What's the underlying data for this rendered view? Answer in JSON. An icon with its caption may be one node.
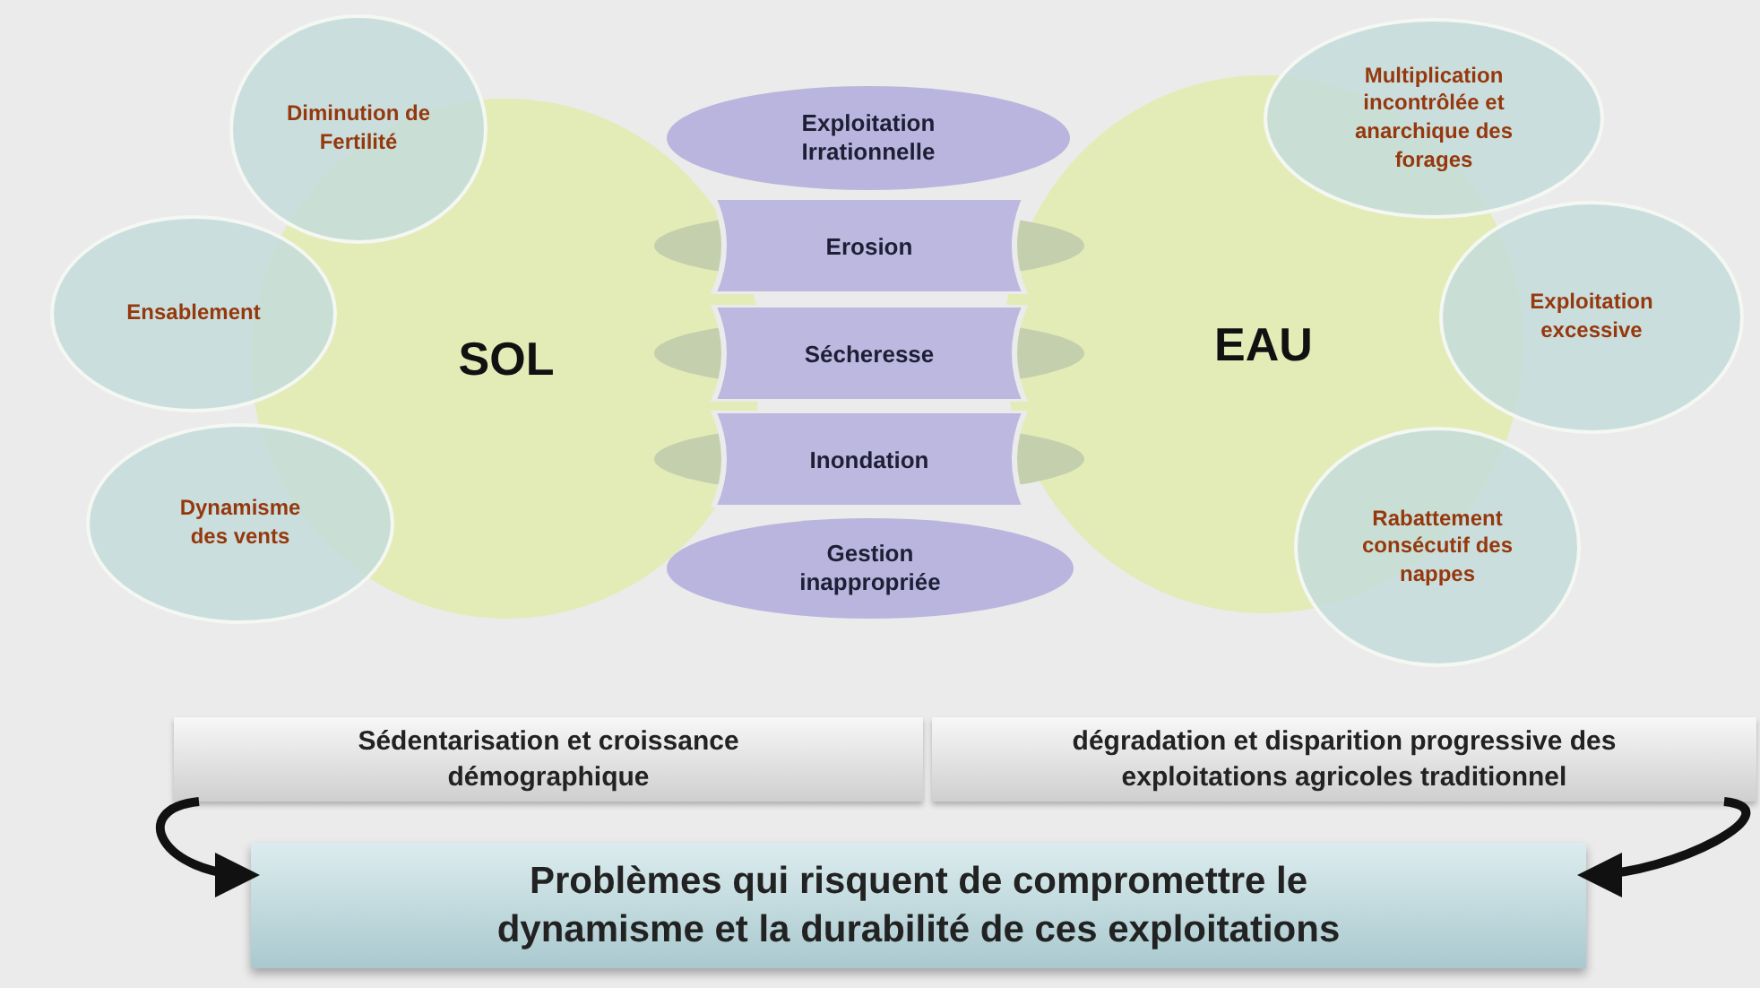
{
  "diagram": {
    "nodes": [
      {
        "text": [
          "SOL"
        ]
      },
      {
        "text": [
          "EAU"
        ]
      },
      {
        "text": [
          "Diminution de Fertilité"
        ]
      },
      {
        "text": [
          "Ensablement"
        ]
      },
      {
        "text": [
          "Dynamisme des vents"
        ]
      },
      {
        "text": [
          "Multiplication incontrôlée et anarchique des forages"
        ]
      },
      {
        "text": [
          "Exploitation excessive"
        ]
      },
      {
        "text": [
          "Rabattement consécutif des nappes"
        ]
      },
      {
        "text": [
          "Exploitation Irrationnelle"
        ]
      },
      {
        "text": [
          "Erosion"
        ]
      },
      {
        "text": [
          "Sécheresse"
        ]
      },
      {
        "text": [
          "Inondation"
        ]
      },
      {
        "text": [
          "Gestion inappropriée"
        ]
      },
      {
        "text": [
          "Sédentarisation et croissance démographique"
        ]
      },
      {
        "text": [
          "dégradation et disparition progressive des exploitations agricoles traditionnel"
        ]
      },
      {
        "text": [
          "Problèmes qui risquent de compromettre le dynamisme et la durabilité de ces exploitations"
        ]
      }
    ],
    "edges": [
      {
        "from": 13,
        "to": 15,
        "arrow": "to"
      },
      {
        "from": 14,
        "to": 15,
        "arrow": "to"
      }
    ]
  }
}
